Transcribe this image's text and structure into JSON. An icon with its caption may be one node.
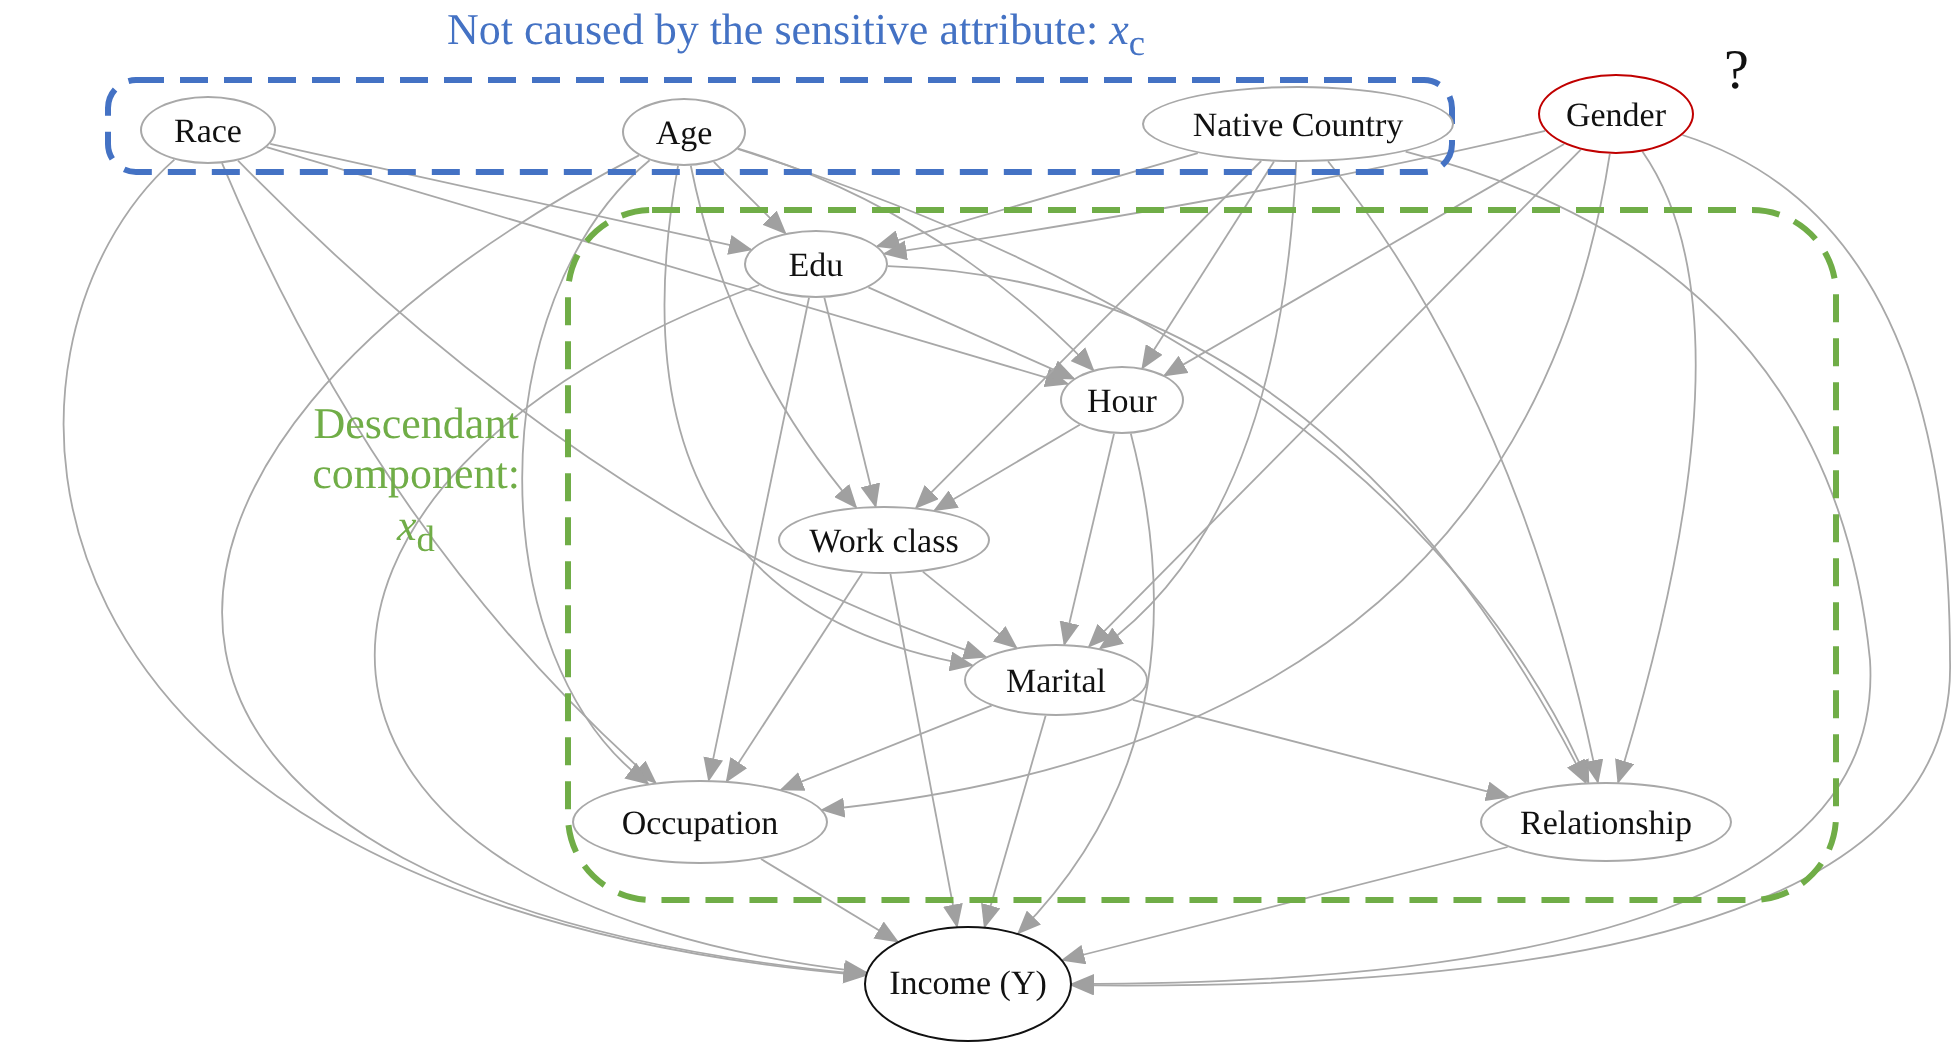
{
  "diagram": {
    "nodes": [
      {
        "text": [
          "Not caused by the sensitive attribute: *x*$_{c}$"
        ]
      },
      {
        "text": [
          "Race"
        ],
        "in": 0
      },
      {
        "text": [
          "Age"
        ],
        "in": 0
      },
      {
        "text": [
          "Native Country"
        ],
        "in": 0
      },
      {
        "text": [
          "Gender"
        ],
        "beside": [
          "?"
        ]
      },
      {
        "text": [
          "Descendant component: *x*$_{d}$"
        ]
      },
      {
        "text": [
          "Edu"
        ],
        "in": 5
      },
      {
        "text": [
          "Hour"
        ],
        "in": 5
      },
      {
        "text": [
          "Work class"
        ],
        "in": 5
      },
      {
        "text": [
          "Marital"
        ],
        "in": 5
      },
      {
        "text": [
          "Occupation"
        ],
        "in": 5
      },
      {
        "text": [
          "Relationship"
        ],
        "in": 5
      },
      {
        "text": [
          "Income (Y)"
        ]
      }
    ],
    "edges": [
      {
        "from": 1,
        "to": 6,
        "arrow": "to"
      },
      {
        "from": 1,
        "to": 7,
        "arrow": "to"
      },
      {
        "from": 1,
        "to": 9,
        "arrow": "to"
      },
      {
        "from": 1,
        "to": 10,
        "arrow": "to"
      },
      {
        "from": 1,
        "to": 12,
        "arrow": "to"
      },
      {
        "from": 2,
        "to": 6,
        "arrow": "to"
      },
      {
        "from": 2,
        "to": 7,
        "arrow": "to"
      },
      {
        "from": 2,
        "to": 8,
        "arrow": "to"
      },
      {
        "from": 2,
        "to": 9,
        "arrow": "to"
      },
      {
        "from": 2,
        "to": 10,
        "arrow": "to"
      },
      {
        "from": 2,
        "to": 11,
        "arrow": "to"
      },
      {
        "from": 2,
        "to": 12,
        "arrow": "to"
      },
      {
        "from": 3,
        "to": 6,
        "arrow": "to"
      },
      {
        "from": 3,
        "to": 7,
        "arrow": "to"
      },
      {
        "from": 3,
        "to": 8,
        "arrow": "to"
      },
      {
        "from": 3,
        "to": 9,
        "arrow": "to"
      },
      {
        "from": 3,
        "to": 11,
        "arrow": "to"
      },
      {
        "from": 3,
        "to": 12,
        "arrow": "to"
      },
      {
        "from": 4,
        "to": 6,
        "arrow": "to"
      },
      {
        "from": 4,
        "to": 7,
        "arrow": "to"
      },
      {
        "from": 4,
        "to": 9,
        "arrow": "to"
      },
      {
        "from": 4,
        "to": 10,
        "arrow": "to"
      },
      {
        "from": 4,
        "to": 11,
        "arrow": "to"
      },
      {
        "from": 4,
        "to": 12,
        "arrow": "to"
      },
      {
        "from": 6,
        "to": 7,
        "arrow": "to"
      },
      {
        "from": 6,
        "to": 8,
        "arrow": "to"
      },
      {
        "from": 6,
        "to": 10,
        "arrow": "to"
      },
      {
        "from": 6,
        "to": 11,
        "arrow": "to"
      },
      {
        "from": 6,
        "to": 12,
        "arrow": "to"
      },
      {
        "from": 7,
        "to": 8,
        "arrow": "to"
      },
      {
        "from": 7,
        "to": 9,
        "arrow": "to"
      },
      {
        "from": 7,
        "to": 12,
        "arrow": "to"
      },
      {
        "from": 8,
        "to": 9,
        "arrow": "to"
      },
      {
        "from": 8,
        "to": 10,
        "arrow": "to"
      },
      {
        "from": 8,
        "to": 12,
        "arrow": "to"
      },
      {
        "from": 9,
        "to": 10,
        "arrow": "to"
      },
      {
        "from": 9,
        "to": 11,
        "arrow": "to"
      },
      {
        "from": 9,
        "to": 12,
        "arrow": "to"
      },
      {
        "from": 10,
        "to": 12,
        "arrow": "to"
      },
      {
        "from": 11,
        "to": 12,
        "arrow": "to"
      }
    ]
  }
}
